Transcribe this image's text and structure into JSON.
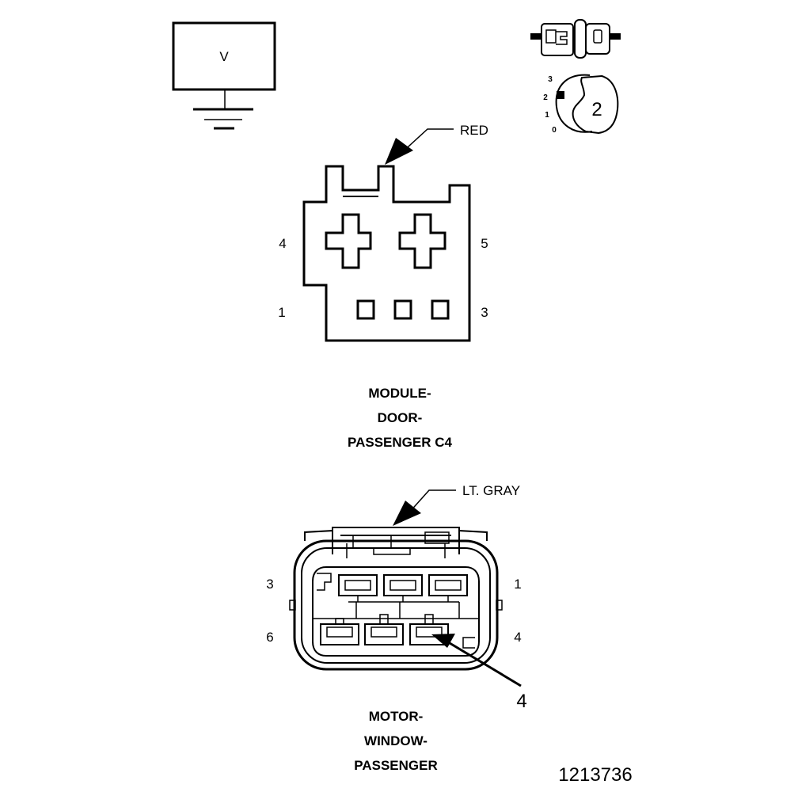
{
  "voltmeter": {
    "symbol": "V"
  },
  "key_icon": {
    "positions": [
      "3",
      "2",
      "1",
      "0"
    ],
    "selected": "2"
  },
  "connector_c4": {
    "color_label": "RED",
    "pins": {
      "p4": "4",
      "p5": "5",
      "p1": "1",
      "p3": "3"
    },
    "title_lines": [
      "MODULE-",
      "DOOR-",
      "PASSENGER C4"
    ]
  },
  "connector_motor": {
    "color_label": "LT. GRAY",
    "pins": {
      "p3": "3",
      "p1": "1",
      "p6": "6",
      "p4": "4"
    },
    "callout": "4",
    "title_lines": [
      "MOTOR-",
      "WINDOW-",
      "PASSENGER"
    ]
  },
  "figure_id": "1213736"
}
